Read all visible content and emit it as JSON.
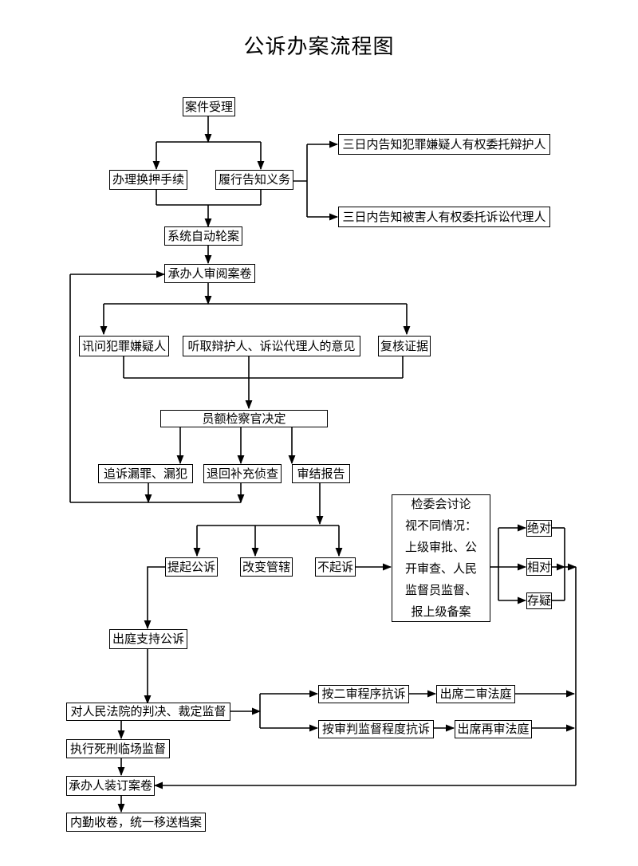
{
  "title": "公诉办案流程图",
  "nodes": {
    "case_accept": "案件受理",
    "custody_transfer": "办理换押手续",
    "notify_duty": "履行告知义务",
    "notify_suspect": "三日内告知犯罪嫌疑人有权委托辩护人",
    "notify_victim": "三日内告知被害人有权委托诉讼代理人",
    "auto_assign": "系统自动轮案",
    "review_files": "承办人审阅案卷",
    "interrogate": "讯问犯罪嫌疑人",
    "hear_opinions": "听取辩护人、诉讼代理人的意见",
    "verify_evidence": "复核证据",
    "prosecutor_decide": "员额检察官决定",
    "add_charges": "追诉漏罪、漏犯",
    "supplementary_investigation": "退回补充侦查",
    "review_report": "审结报告",
    "prosecute": "提起公诉",
    "change_jurisdiction": "改变管辖",
    "non_prosecution": "不起诉",
    "committee": [
      "检委会讨论",
      "视不同情况：",
      "上级审批、公",
      "开审查、人民",
      "监督员监督、",
      "报上级备案"
    ],
    "absolute": "绝对",
    "relative": "相对",
    "doubt": "存疑",
    "court_appearance": "出庭支持公诉",
    "judgment_supervision": "对人民法院的判决、裁定监督",
    "appeal_second": "按二审程序抗诉",
    "attend_second": "出席二审法庭",
    "appeal_supervision": "按审判监督程度抗诉",
    "attend_retrial": "出席再审法庭",
    "execution_supervision": "执行死刑临场监督",
    "bind_files": "承办人装订案卷",
    "archive": "内勤收卷，统一移送档案"
  }
}
